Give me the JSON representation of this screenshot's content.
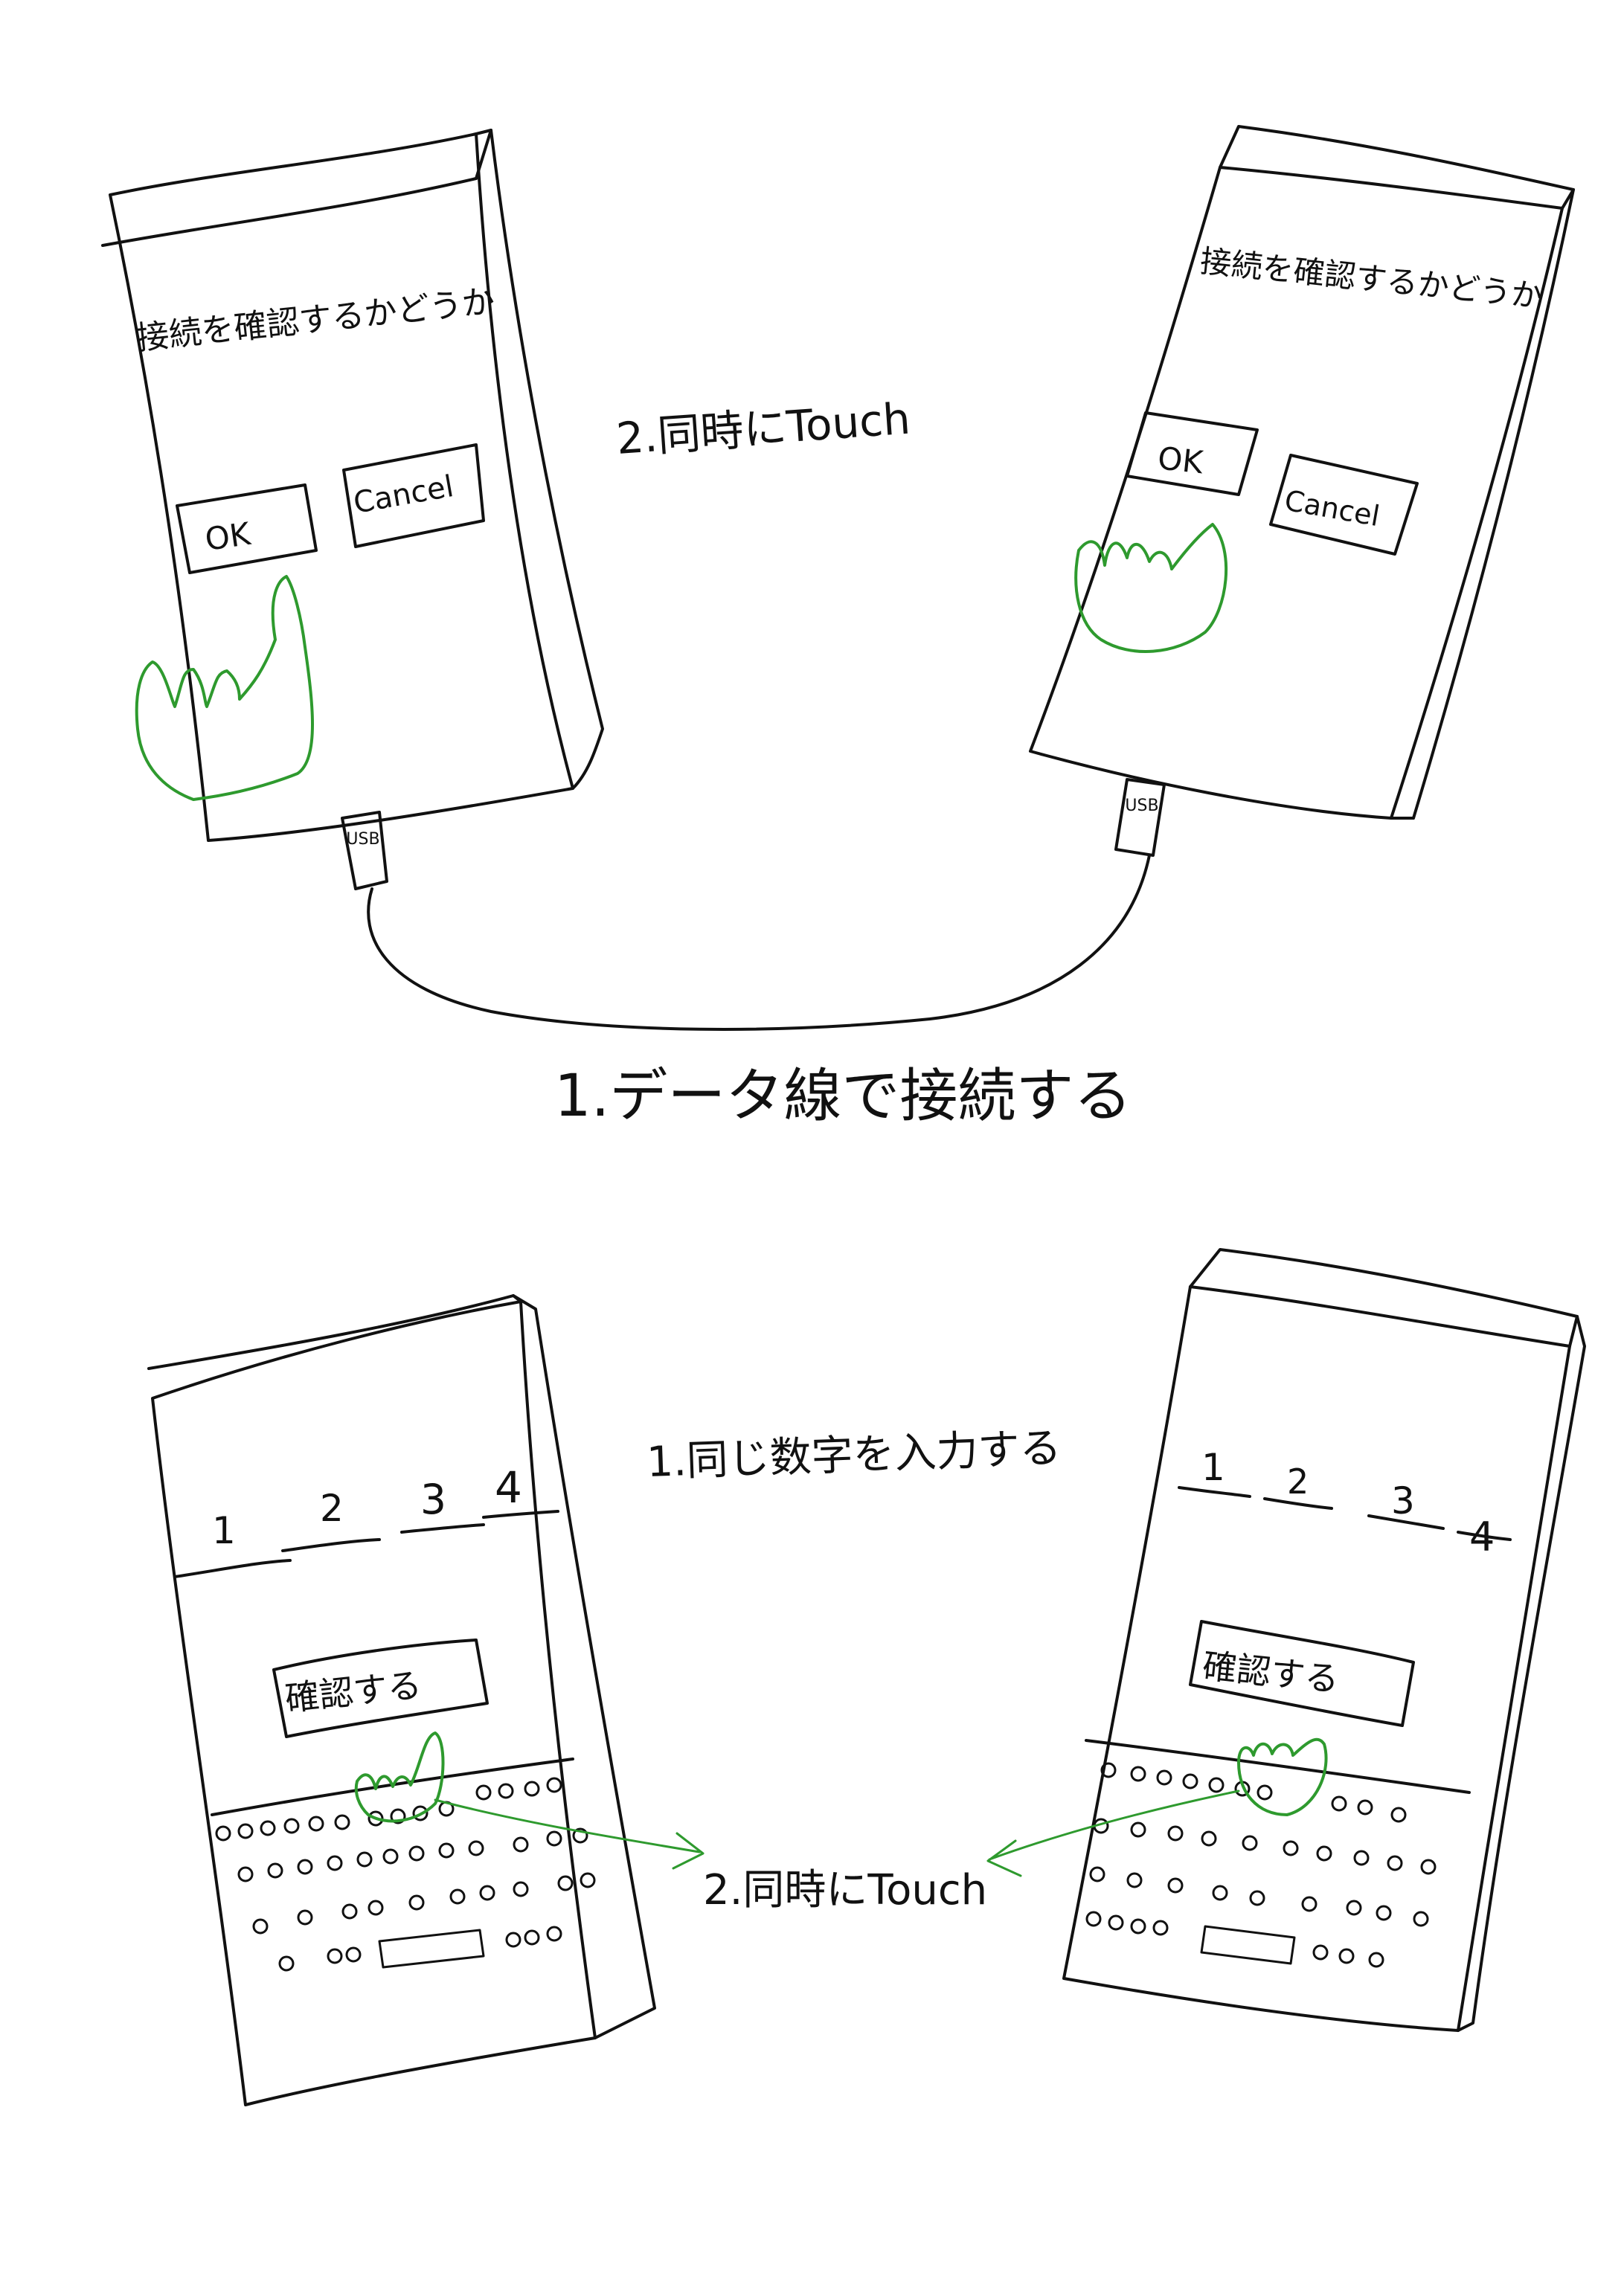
{
  "top": {
    "left_phone": {
      "prompt": "接続を確認するかどうか",
      "ok_label": "OK",
      "cancel_label": "Cancel",
      "port_label": "USB"
    },
    "right_phone": {
      "prompt": "接続を確認するかどうか",
      "ok_label": "OK",
      "cancel_label": "Cancel",
      "port_label": "USB"
    },
    "step_touch": "2.同時にTouch",
    "step_connect": "1.データ線で接続する"
  },
  "bottom": {
    "left_phone": {
      "digits": [
        "1",
        "2",
        "3",
        "4"
      ],
      "confirm_label": "確認する"
    },
    "right_phone": {
      "digits": [
        "1",
        "2",
        "3",
        "4"
      ],
      "confirm_label": "確認する"
    },
    "step_enter": "1.同じ数字を入力する",
    "step_touch": "2.同時にTouch"
  },
  "colors": {
    "ink": "#111111",
    "finger": "#2e9a2e"
  }
}
